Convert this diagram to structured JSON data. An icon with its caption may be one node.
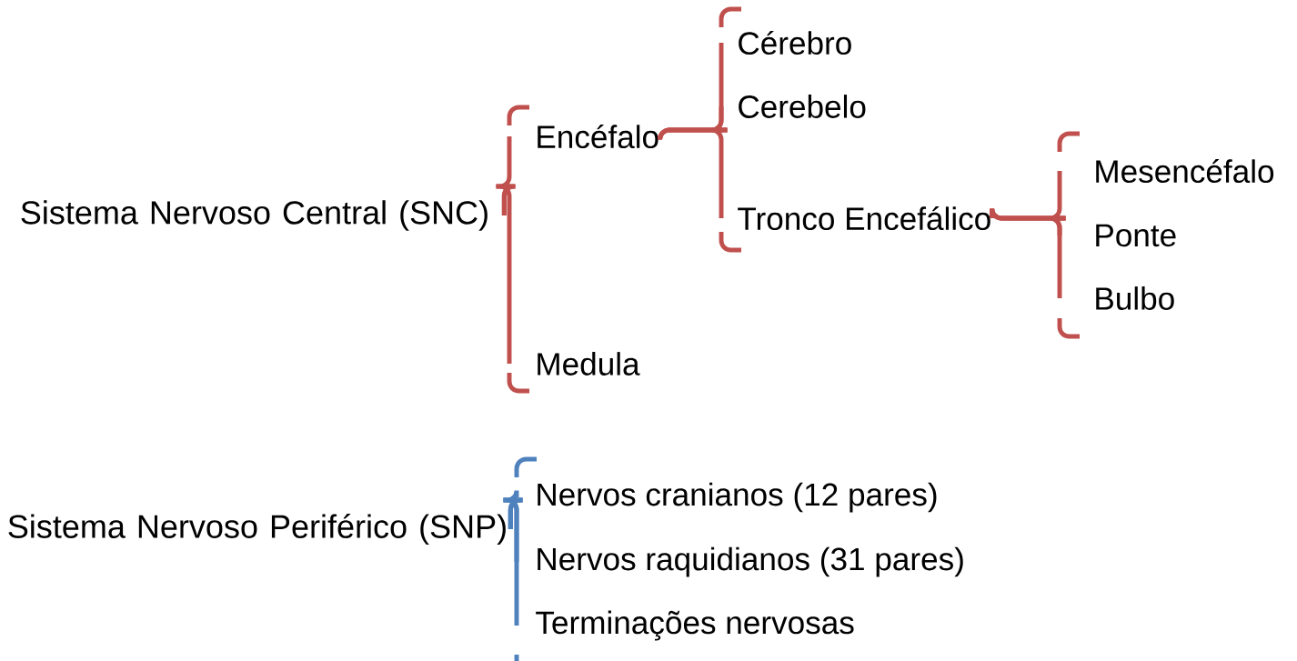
{
  "diagram": {
    "nodes": [
      {
        "text": [
          "Sistema Nervoso Central (SNC)"
        ]
      },
      {
        "text": [
          "Encéfalo"
        ]
      },
      {
        "text": [
          "Medula"
        ]
      },
      {
        "text": [
          "Cérebro"
        ]
      },
      {
        "text": [
          "Cerebelo"
        ]
      },
      {
        "text": [
          "Tronco Encefálico"
        ]
      },
      {
        "text": [
          "Mesencéfalo"
        ]
      },
      {
        "text": [
          "Ponte"
        ]
      },
      {
        "text": [
          "Bulbo"
        ]
      },
      {
        "text": [
          "Sistema Nervoso Periférico (SNP)"
        ]
      },
      {
        "text": [
          "Nervos cranianos (12 pares)"
        ]
      },
      {
        "text": [
          "Nervos raquidianos (31 pares)"
        ]
      },
      {
        "text": [
          "Terminações nervosas"
        ]
      }
    ],
    "edges": [
      {
        "from": 0,
        "to": 1,
        "arrow": "none"
      },
      {
        "from": 0,
        "to": 2,
        "arrow": "none"
      },
      {
        "from": 1,
        "to": 3,
        "arrow": "none"
      },
      {
        "from": 1,
        "to": 4,
        "arrow": "none"
      },
      {
        "from": 1,
        "to": 5,
        "arrow": "none"
      },
      {
        "from": 5,
        "to": 6,
        "arrow": "none"
      },
      {
        "from": 5,
        "to": 7,
        "arrow": "none"
      },
      {
        "from": 5,
        "to": 8,
        "arrow": "none"
      },
      {
        "from": 9,
        "to": 10,
        "arrow": "none",
        "color": "#4f81bd"
      },
      {
        "from": 9,
        "to": 11,
        "arrow": "none",
        "color": "#4f81bd"
      },
      {
        "from": 9,
        "to": 12,
        "arrow": "none",
        "color": "#4f81bd"
      }
    ]
  }
}
